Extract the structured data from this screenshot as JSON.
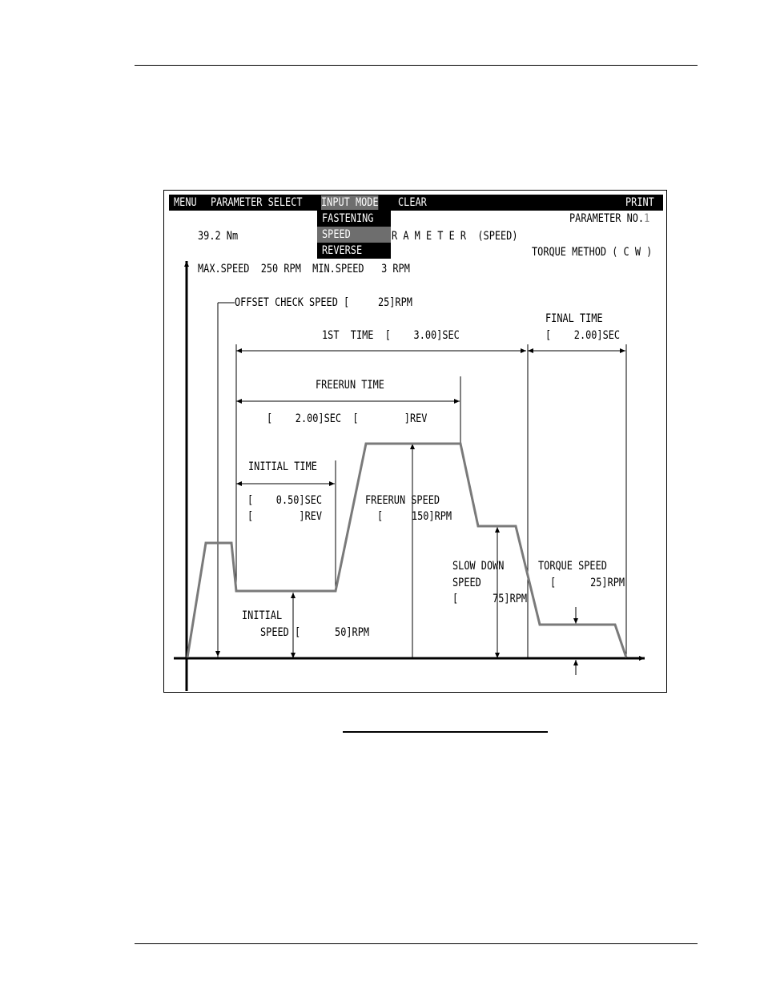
{
  "menu": {
    "items": [
      "MENU",
      "PARAMETER SELECT",
      "INPUT MODE",
      "CLEAR"
    ],
    "print": "PRINT",
    "dropdown": [
      "FASTENING",
      "SPEED",
      "REVERSE"
    ],
    "selected": "SPEED"
  },
  "header": {
    "parameter_label": "PARAMETER NO.",
    "parameter_no": "1",
    "torque": "39.2 Nm",
    "title_fragment": "R A M E T E R  (SPEED)",
    "torque_method": "TORQUE METHOD ( C W )",
    "speed_range": "MAX.SPEED  250 RPM  MIN.SPEED   3 RPM"
  },
  "labels": {
    "offset_check_speed": "OFFSET CHECK SPEED [     25]RPM",
    "first_time": "1ST  TIME  [    3.00]SEC",
    "final_time_title": "FINAL TIME",
    "final_time_value": "[    2.00]SEC",
    "freerun_time_title": "FREERUN TIME",
    "freerun_time_value": "[    2.00]SEC  [        ]REV",
    "initial_time_title": "INITIAL TIME",
    "initial_time_sec": "[    0.50]SEC",
    "initial_time_rev": "[        ]REV",
    "freerun_speed_title": "FREERUN SPEED",
    "freerun_speed_value": "[     150]RPM",
    "slow_down_1": "SLOW DOWN",
    "slow_down_2": "SPEED",
    "slow_down_value": "[      75]RPM",
    "torque_speed_title": "TORQUE SPEED",
    "torque_speed_value": "[      25]RPM",
    "initial_speed_1": "INITIAL",
    "initial_speed_2": "SPEED [      50]RPM"
  },
  "colors": {
    "profile": "#7a7a7a",
    "menu_bg": "#000000",
    "selected": "#6e6e6e"
  }
}
